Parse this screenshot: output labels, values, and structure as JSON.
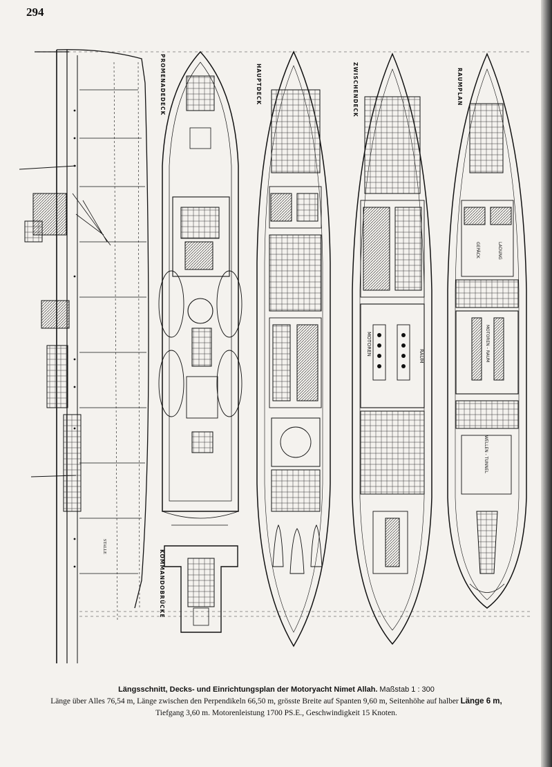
{
  "page": {
    "number": "294"
  },
  "decks": {
    "promenadedeck": "PROMENADEDECK",
    "hauptdeck": "HAUPTDECK",
    "zwischendeck": "ZWISCHENDECK",
    "raumplan": "RAUMPLAN",
    "kommandobruecke": "KOMMANDOBRÜCKE"
  },
  "rooms": {
    "motoren": "MOTOREN",
    "raum": "RAUM",
    "motoren_raum": "MOTOREN - RAUM",
    "gepaeck": "GEPÄCK",
    "ladung": "LADUNG",
    "welle_tunnel": "WELLEN - TUNNEL",
    "stalle": "STALLE"
  },
  "caption": {
    "title": "Längsschnitt, Decks- und Einrichtungsplan der Motoryacht Nimet Allah.",
    "scale": "Maßstab 1 : 300",
    "line2_a": "Länge über Alles 76,54 m, Länge zwischen den Perpendikeln 66,50 m, grösste Breite auf Spanten 9,60 m, Seitenhöhe auf halber",
    "line2_b": "Länge 6 m,",
    "line3": "Tiefgang 3,60 m. Motorenleistung 1700 PS.E., Geschwindigkeit 15 Knoten."
  }
}
